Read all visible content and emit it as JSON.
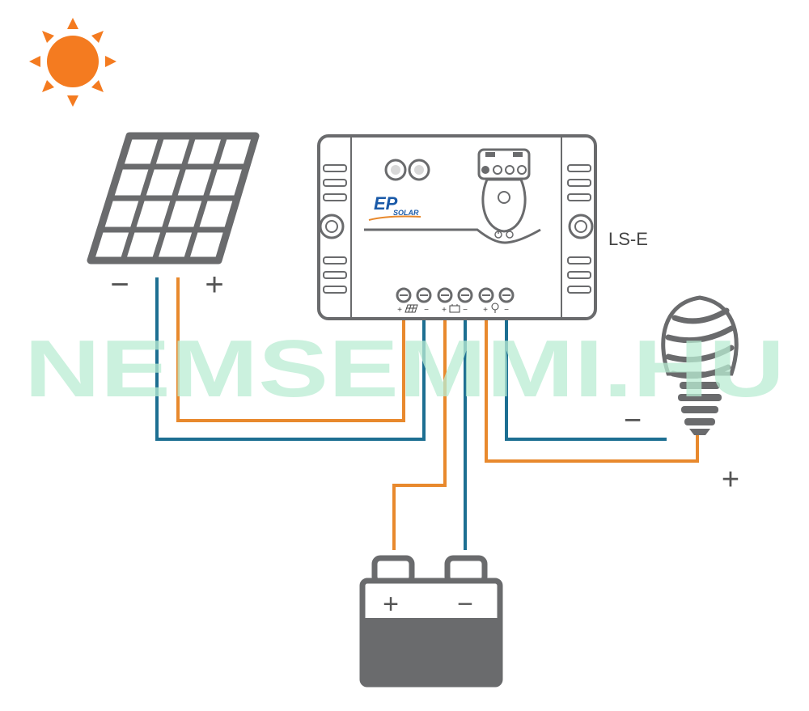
{
  "controller": {
    "model_label": "LS-E",
    "logo_text": "SOLAR"
  },
  "terminals": {
    "panel_plus": "+",
    "panel_minus": "−",
    "battery_plus": "+",
    "battery_minus": "−",
    "load_plus": "+",
    "load_minus": "−"
  },
  "solar_panel": {
    "minus_label": "−",
    "plus_label": "+"
  },
  "battery": {
    "plus_label": "+",
    "minus_label": "−"
  },
  "bulb": {
    "minus_label": "−",
    "plus_label": "+"
  },
  "watermark": {
    "text": "NEMSEMMI.HU"
  },
  "colors": {
    "positive_wire": "#e8892d",
    "negative_wire": "#1d6f92",
    "device_gray": "#5f6062",
    "sun_orange": "#f47b20",
    "watermark_green": "#b9ecd3"
  },
  "icons": [
    "sun-icon",
    "solar-panel-icon",
    "battery-icon",
    "light-bulb-icon",
    "charge-controller"
  ]
}
